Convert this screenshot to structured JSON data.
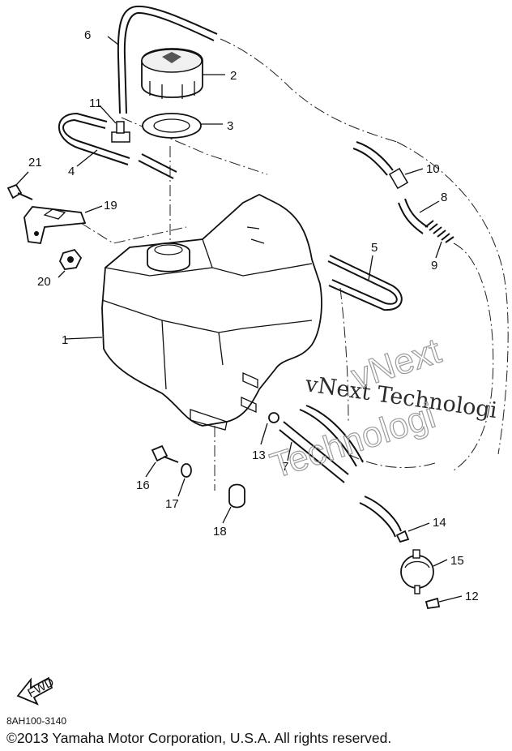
{
  "diagram": {
    "callouts": {
      "c1": "1",
      "c2": "2",
      "c3": "3",
      "c4": "4",
      "c5": "5",
      "c6": "6",
      "c7": "7",
      "c8": "8",
      "c9": "9",
      "c10": "10",
      "c11": "11",
      "c12": "12",
      "c13": "13",
      "c14": "14",
      "c15": "15",
      "c16": "16",
      "c17": "17",
      "c18": "18",
      "c19": "19",
      "c20": "20",
      "c21": "21"
    },
    "fwd_label": "FWD"
  },
  "watermark": {
    "line1": "vNext Technologi",
    "line2a": "vNext",
    "line2b": "Technologi"
  },
  "footer": {
    "doc_id": "8AH100-3140",
    "copyright": "©2013 Yamaha Motor Corporation, U.S.A. All rights reserved."
  }
}
